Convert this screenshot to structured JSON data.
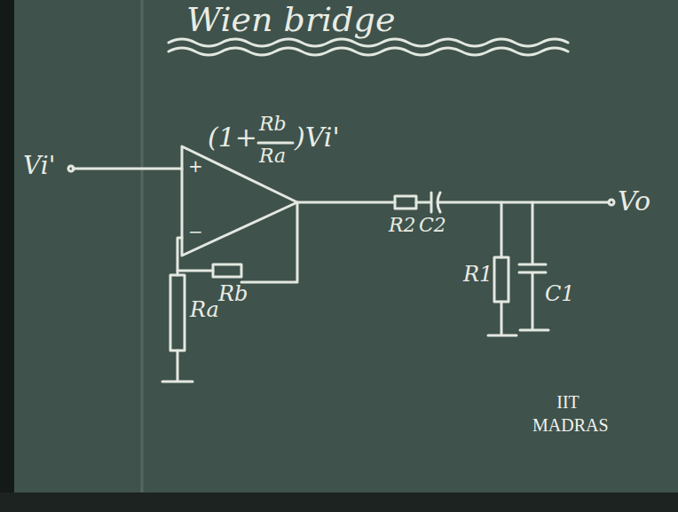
{
  "diagram": {
    "title": "Wien bridge",
    "labels": [
      "Vi'",
      "+",
      "−",
      "(1+",
      "Rb",
      "Ra",
      ")Vi'",
      "R2",
      "C2",
      "R1",
      "C1",
      "Ra",
      "Rb",
      "Vo",
      "IIT MADRAS"
    ]
  }
}
